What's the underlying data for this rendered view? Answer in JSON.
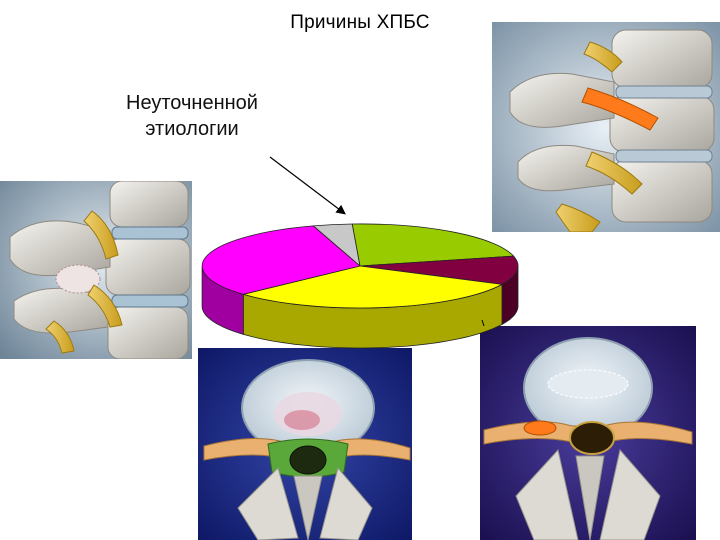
{
  "page": {
    "title": "Причины ХПБС",
    "annotation_lines": [
      "Неуточненной",
      "этиологии"
    ]
  },
  "illustrations": [
    {
      "id": "spine-lateral-upper-right",
      "subject": "lumbar spine lateral view, nerve root compression"
    },
    {
      "id": "spine-lateral-left",
      "subject": "lumbar spine lateral view, degenerative changes"
    },
    {
      "id": "vertebra-axial-bottom-left",
      "subject": "vertebra axial view, inflammation around nerve roots"
    },
    {
      "id": "vertebra-axial-bottom-right",
      "subject": "vertebra axial view, disc protrusion into canal"
    }
  ],
  "chart_data": {
    "type": "pie",
    "style": "3d-tilted",
    "title": "",
    "legend": "none",
    "slices": [
      {
        "value": 4,
        "color": "#c8c8c8",
        "side_color": "#8e8e8e"
      },
      {
        "value": 22,
        "color": "#99cc00",
        "side_color": "#6a8e00"
      },
      {
        "value": 11,
        "color": "#800040",
        "side_color": "#4d0026"
      },
      {
        "value": 31,
        "color": "#ffff00",
        "side_color": "#a8a800"
      },
      {
        "value": 32,
        "color": "#ff00ff",
        "side_color": "#a100a1"
      }
    ]
  }
}
